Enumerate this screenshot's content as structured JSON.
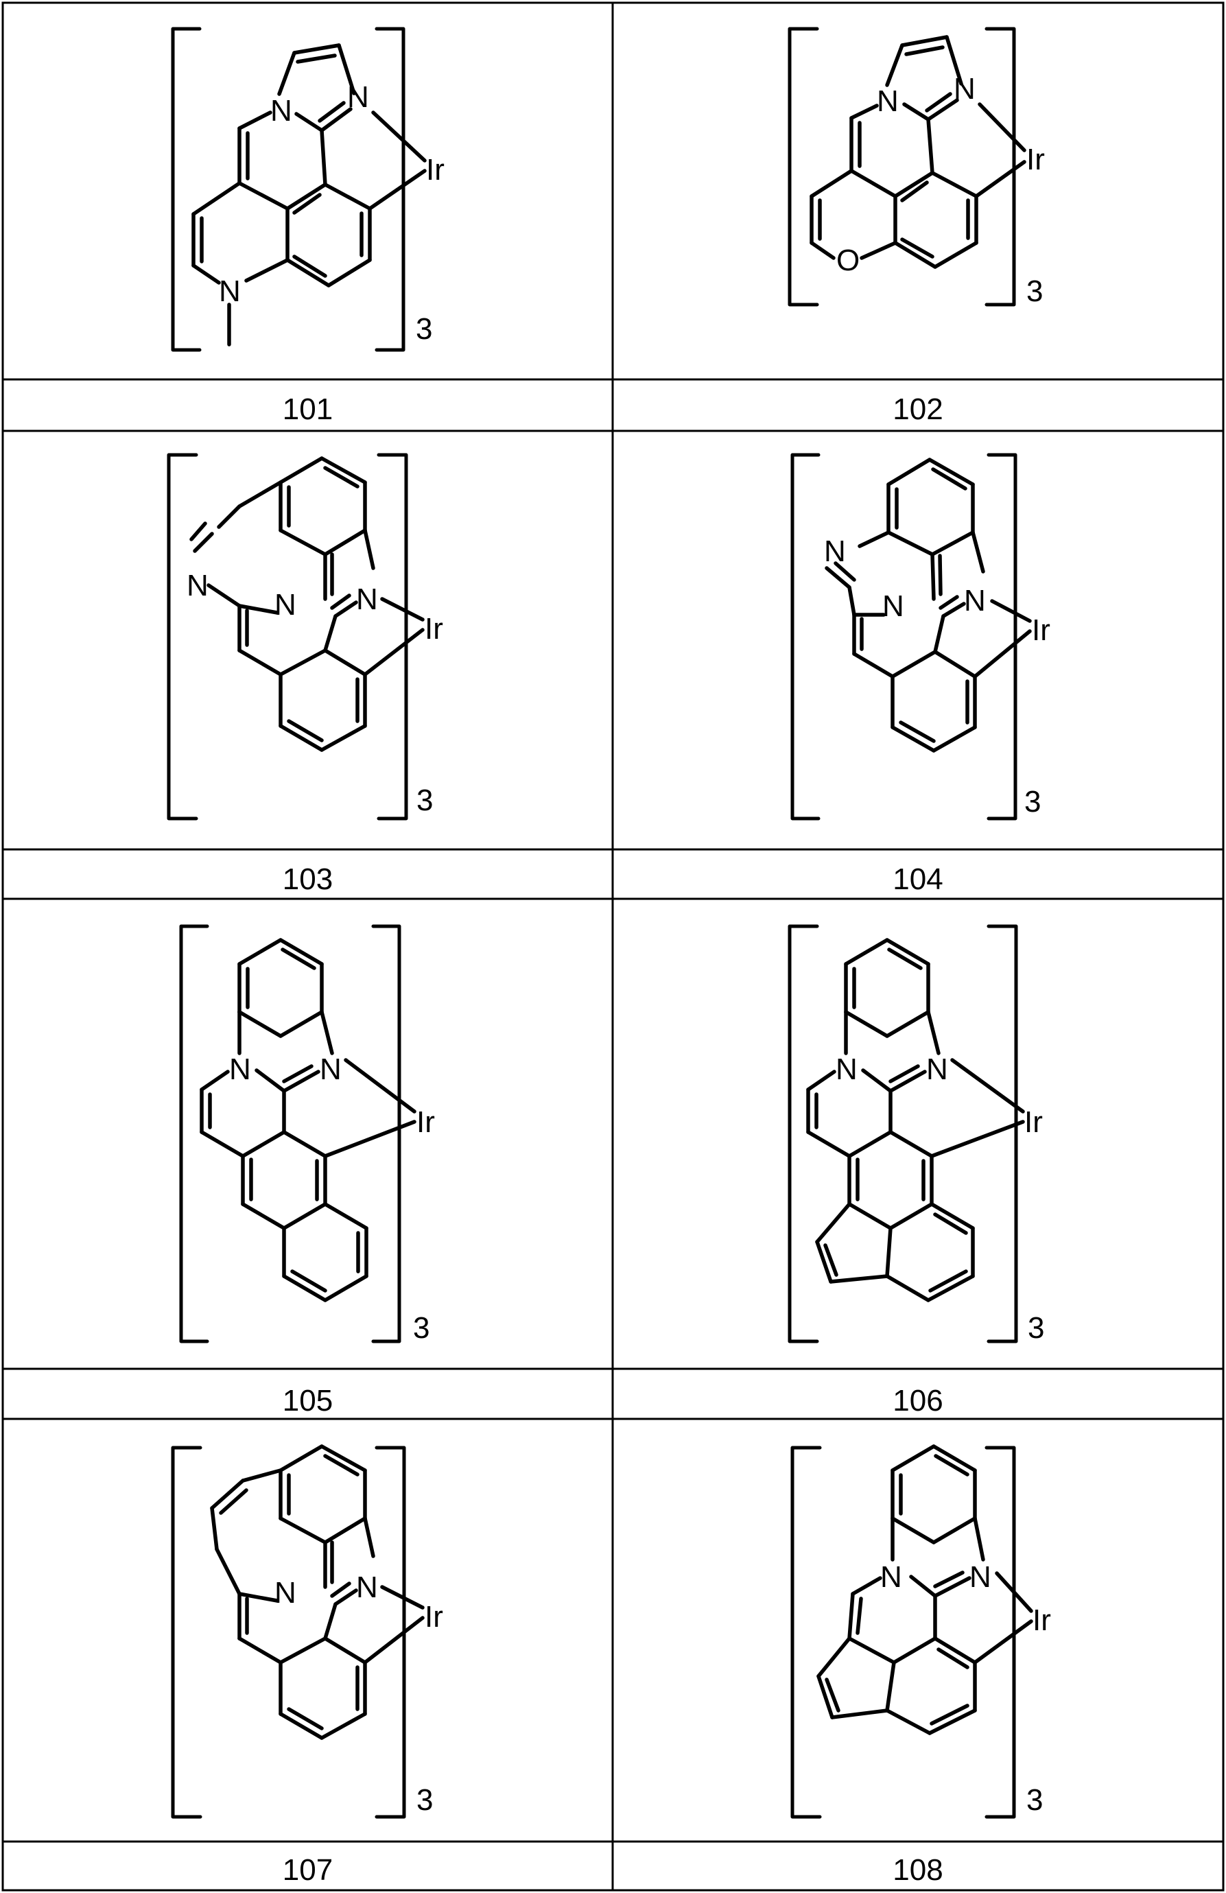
{
  "table": {
    "compounds": [
      {
        "id": "101",
        "label": "101",
        "metal": "Ir",
        "count": "3",
        "heteroatoms": [
          "N",
          "N",
          "N"
        ]
      },
      {
        "id": "102",
        "label": "102",
        "metal": "Ir",
        "count": "3",
        "heteroatoms": [
          "N",
          "N",
          "O"
        ]
      },
      {
        "id": "103",
        "label": "103",
        "metal": "Ir",
        "count": "3",
        "heteroatoms": [
          "N",
          "N",
          "N"
        ]
      },
      {
        "id": "104",
        "label": "104",
        "metal": "Ir",
        "count": "3",
        "heteroatoms": [
          "N",
          "N",
          "N"
        ]
      },
      {
        "id": "105",
        "label": "105",
        "metal": "Ir",
        "count": "3",
        "heteroatoms": [
          "N",
          "N"
        ]
      },
      {
        "id": "106",
        "label": "106",
        "metal": "Ir",
        "count": "3",
        "heteroatoms": [
          "N",
          "N"
        ]
      },
      {
        "id": "107",
        "label": "107",
        "metal": "Ir",
        "count": "3",
        "heteroatoms": [
          "N",
          "N"
        ]
      },
      {
        "id": "108",
        "label": "108",
        "metal": "Ir",
        "count": "3",
        "heteroatoms": [
          "N",
          "N"
        ]
      }
    ]
  }
}
